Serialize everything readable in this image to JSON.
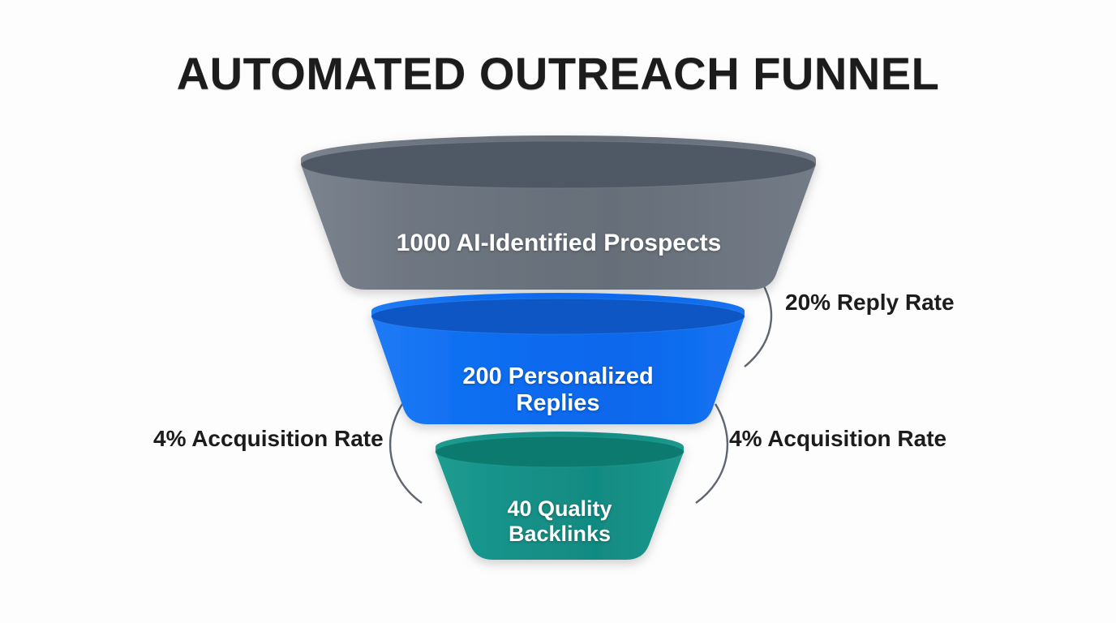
{
  "background_color": "#fdfdfd",
  "title": "AUTOMATED OUTREACH FUNNEL",
  "title_color": "#1c1c1c",
  "chart_data": {
    "type": "funnel",
    "title": "AUTOMATED OUTREACH FUNNEL",
    "xlabel": "",
    "ylabel": "",
    "legend": "none",
    "grid": false,
    "categories": [
      "AI-Identified Prospects",
      "Personalized Replies",
      "Quality Backlinks"
    ],
    "values": [
      1000,
      200,
      40
    ],
    "stages": [
      {
        "label": "1000 AI-Identified Prospects",
        "label_lines": "1000 AI-Identified Prospects",
        "value": 1000,
        "unit_name": "AI-Identified Prospects",
        "color": "#6b7480",
        "rim_color": "#4f5965",
        "text_color": "#ffffff"
      },
      {
        "label": "200 Personalized Replies",
        "label_lines": "200 Personalized\nReplies",
        "value": 200,
        "unit_name": "Personalized Replies",
        "color": "#0d6ef0",
        "rim_color": "#0b56c4",
        "text_color": "#ffffff"
      },
      {
        "label": "40 Quality Backlinks",
        "label_lines": "40 Quality\nBacklinks",
        "value": 40,
        "unit_name": "Quality Backlinks",
        "color": "#149286",
        "rim_color": "#0f7a70",
        "text_color": "#ffffff"
      }
    ],
    "conversion_labels": [
      {
        "text": "20% Reply Rate",
        "percent": 20,
        "side": "right",
        "between": "1000 AI-Identified Prospects -> 200 Personalized Replies"
      },
      {
        "text": "4% Accquisition Rate",
        "percent": 4,
        "side": "left",
        "between": "200 Personalized Replies -> 40 Quality Backlinks"
      },
      {
        "text": "4% Acquisition Rate",
        "percent": 4,
        "side": "right",
        "between": "200 Personalized Replies -> 40 Quality Backlinks"
      }
    ],
    "connector_color": "#5f6670"
  }
}
